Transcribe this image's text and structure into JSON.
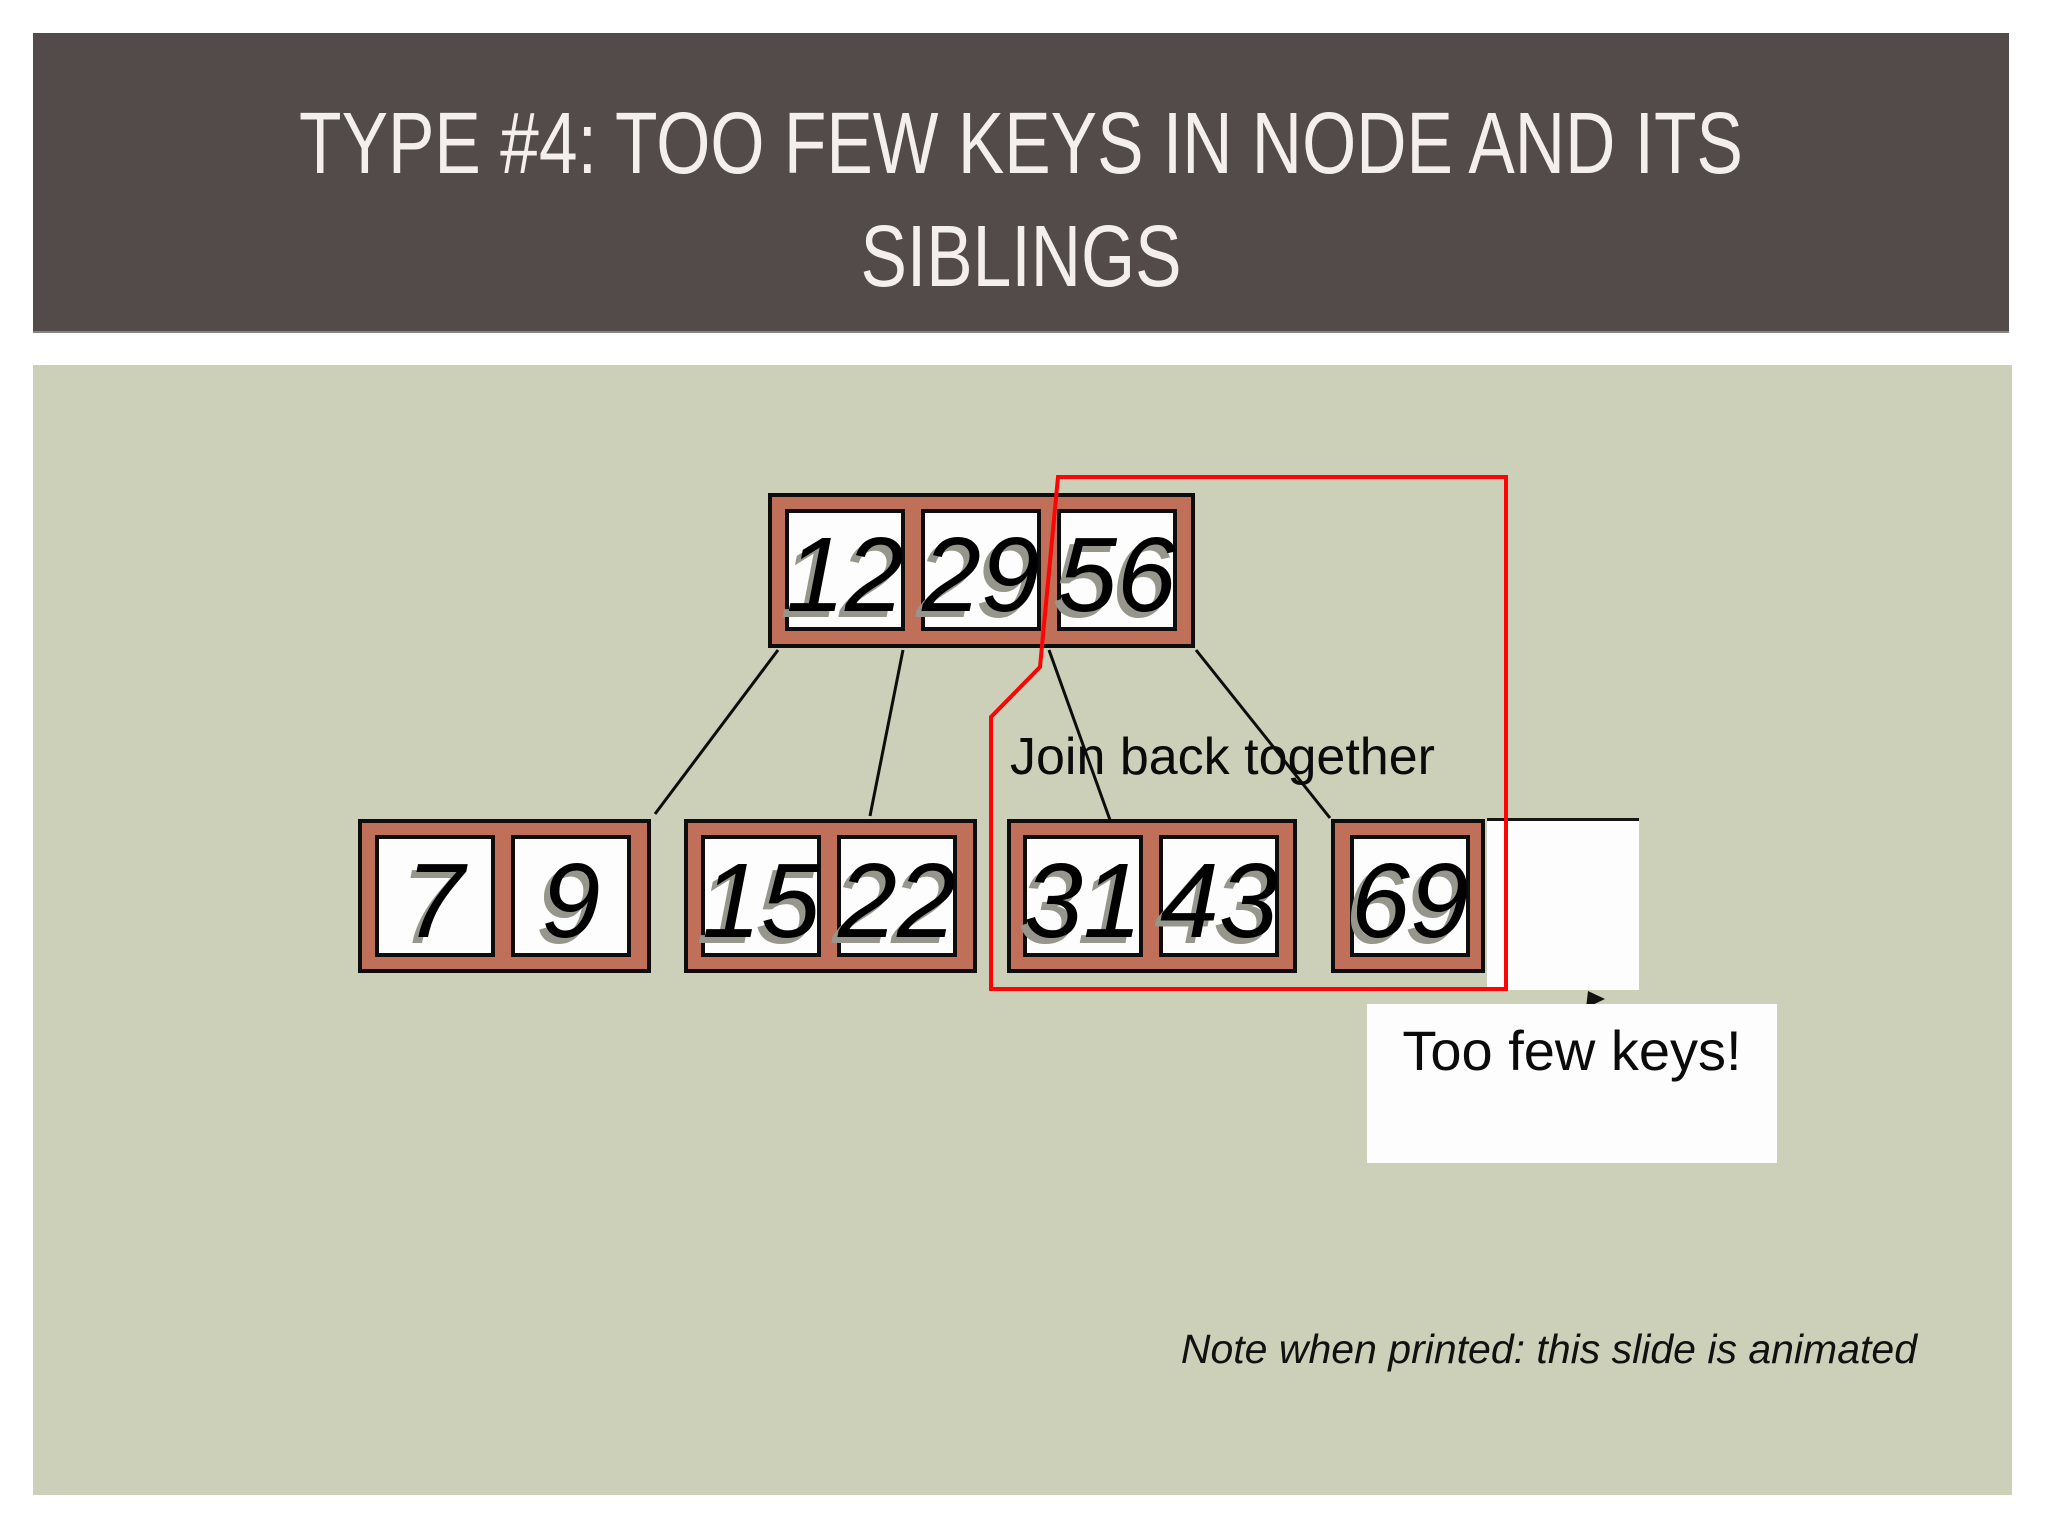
{
  "slide": {
    "title": {
      "line1": "TYPE #4: TOO FEW KEYS IN NODE AND ITS",
      "line2": "SIBLINGS"
    },
    "footnote": "Note when printed: this slide is animated"
  },
  "diagram": {
    "type": "b-tree",
    "root": {
      "keys": [
        "12",
        "29",
        "56"
      ]
    },
    "children": [
      {
        "keys": [
          "7",
          "9"
        ]
      },
      {
        "keys": [
          "15",
          "22"
        ]
      },
      {
        "keys": [
          "31",
          "43"
        ]
      },
      {
        "keys": [
          "69"
        ]
      }
    ],
    "annotations": {
      "join_label": "Join back together",
      "too_few_label": "Too few keys!"
    }
  },
  "colors": {
    "header_bg": "#534a4a",
    "title_text": "#f3efeb",
    "content_bg": "#cdd0b8",
    "node_fill": "#c06f58",
    "key_fill": "#fdfdfd",
    "highlight_red": "#fb0505"
  }
}
